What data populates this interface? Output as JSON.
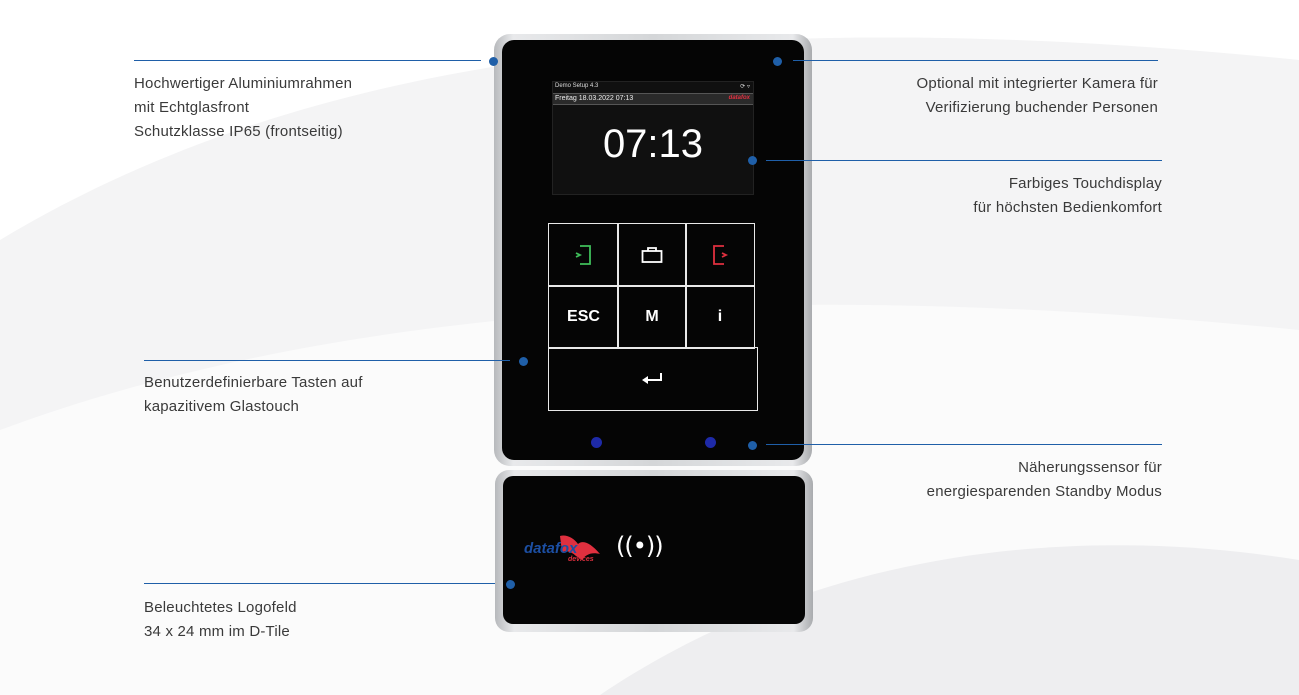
{
  "callouts": {
    "top_left": [
      "Hochwertiger Aluminiumrahmen",
      "mit Echtglasfront",
      "Schutzklasse IP65 (frontseitig)"
    ],
    "top_right": [
      "Optional mit integrierter Kamera für",
      "Verifizierung buchender Personen"
    ],
    "mid_right": [
      "Farbiges Touchdisplay",
      "für höchsten Bedienkomfort"
    ],
    "mid_left": [
      "Benutzerdefinierbare Tasten auf",
      "kapazitivem Glastouch"
    ],
    "lower_right": [
      "Näherungssensor für",
      "energiesparenden Standby Modus"
    ],
    "bottom_left": [
      "Beleuchtetes Logofeld",
      "34 x 24 mm im D-Tile"
    ]
  },
  "screen": {
    "header": "Demo Setup 4.3",
    "date": "Freitag 18.03.2022 07:13",
    "brand": "datafox",
    "time": "07:13"
  },
  "keypad": {
    "esc": "ESC",
    "menu": "M",
    "info": "i"
  },
  "logo": {
    "brand": "datafox",
    "sub": "devices",
    "rfid": "((•))"
  },
  "colors": {
    "accent": "#1f5fa8",
    "come_key": "#3fbf5a",
    "leave_key": "#e0303f",
    "logo_blue": "#1c4fa3",
    "logo_red": "#e0303f"
  }
}
